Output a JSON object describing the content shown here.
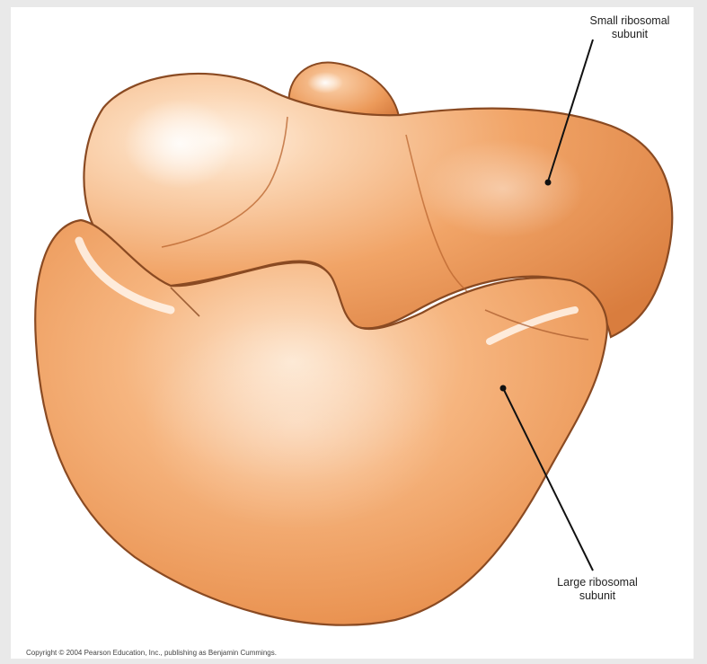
{
  "labels": {
    "small_subunit": "Small ribosomal\nsubunit",
    "large_subunit": "Large ribosomal\nsubunit"
  },
  "copyright": "Copyright © 2004 Pearson Education, Inc., publishing as Benjamin Cummings.",
  "colors": {
    "subunit_base": "#f0a060",
    "subunit_highlight": "#fde7d2",
    "subunit_outline": "#8a4a22",
    "leader_line": "#111111"
  }
}
